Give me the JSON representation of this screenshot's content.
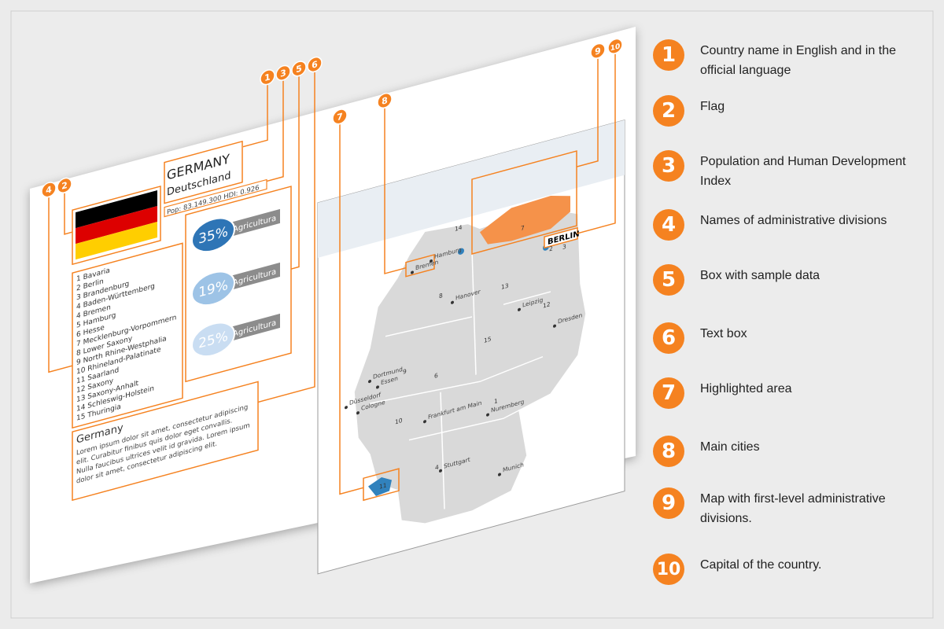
{
  "header": {
    "title": "GERMANY",
    "subtitle": "Deutschland",
    "stats": "Pop: 83.149.300 HDI: 0.926"
  },
  "flag_colors": [
    "#000000",
    "#dd0000",
    "#ffce00"
  ],
  "accent_color": "#f58220",
  "highlight_color": "#3182bd",
  "divisions": [
    "1  Bavaria",
    "2  Berlin",
    "3  Brandenburg",
    "4  Baden-Württemberg",
    "4  Bremen",
    "5  Hamburg",
    "6  Hesse",
    "7  Mecklenburg-Vorpommern",
    "8  Lower Saxony",
    "9  North Rhine-Westphalia",
    "10 Rhineland-Palatinate",
    "11 Saarland",
    "12 Saxony",
    "13 Saxony-Anhalt",
    "14 Schleswig-Holstein",
    "15 Thuringia"
  ],
  "sample_data": [
    {
      "value": "35%",
      "label": "Agricultura",
      "color": "#2e75b6"
    },
    {
      "value": "19%",
      "label": "Agricultura",
      "color": "#9dc3e6"
    },
    {
      "value": "25%",
      "label": "Agricultura",
      "color": "#c9ddf2"
    }
  ],
  "text_box": {
    "title": "Germany",
    "lines": [
      "Lorem ipsum dolor sit amet, consectetur adipiscing",
      "elit. Curabitur finibus quis dolor eget convallis.",
      "Nulla faucibus ultrices velit id gravida. Lorem ipsum",
      "dolor sit amet, consectetur adipiscing elit."
    ]
  },
  "capital": "BERLIN",
  "cities": [
    "Hamburg",
    "Bremen",
    "Hanover",
    "Leipzig",
    "Dresden",
    "Dortmund",
    "Essen",
    "Düsseldorf",
    "Cologne",
    "Frankfurt am Main",
    "Nuremberg",
    "Stuttgart",
    "Munich"
  ],
  "region_numbers": [
    "14",
    "7",
    "3",
    "2",
    "8",
    "13",
    "12",
    "15",
    "9",
    "6",
    "10",
    "1",
    "4",
    "11"
  ],
  "callout_numbers": [
    "1",
    "2",
    "3",
    "4",
    "5",
    "6",
    "7",
    "8",
    "9",
    "10"
  ],
  "legend": [
    {
      "n": "1",
      "text": "Country name in English and in the official language"
    },
    {
      "n": "2",
      "text": "Flag"
    },
    {
      "n": "3",
      "text": "Population and Human Development Index"
    },
    {
      "n": "4",
      "text": "Names of administrative divisions"
    },
    {
      "n": "5",
      "text": "Box with sample data"
    },
    {
      "n": "6",
      "text": "Text box"
    },
    {
      "n": "7",
      "text": "Highlighted area"
    },
    {
      "n": "8",
      "text": "Main cities"
    },
    {
      "n": "9",
      "text": "Map with first-level administrative divisions."
    },
    {
      "n": "10",
      "text": "Capital of the country."
    }
  ]
}
